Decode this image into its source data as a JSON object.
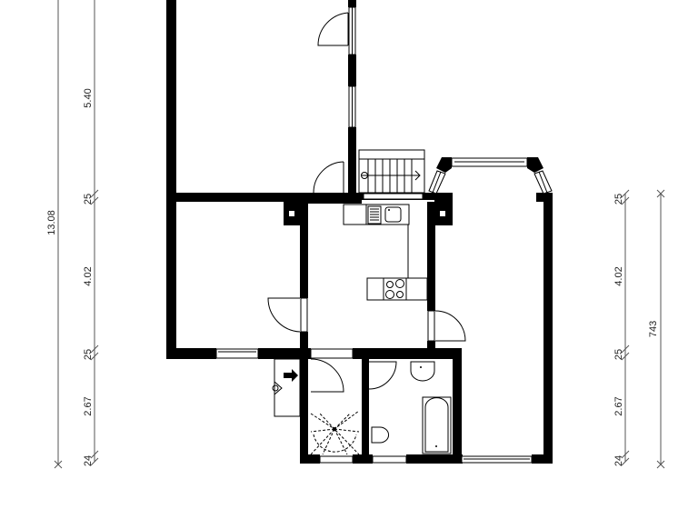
{
  "drawing": {
    "type": "floor-plan",
    "colors": {
      "wall": "#000000",
      "line": "#000000",
      "dimension_line": "#555555",
      "background": "#ffffff"
    }
  },
  "dimensions": {
    "left_outer": {
      "total": "13.08"
    },
    "left_inner": [
      "5.40",
      "25",
      "4.02",
      "25",
      "2.67",
      "24"
    ],
    "right_outer": {
      "total": "743"
    },
    "right_inner": [
      "25",
      "4.02",
      "25",
      "2.67",
      "24"
    ]
  },
  "rooms": [
    {
      "id": "room-upper-left",
      "label": ""
    },
    {
      "id": "room-left-middle",
      "label": ""
    },
    {
      "id": "kitchen",
      "label": ""
    },
    {
      "id": "room-right-bay",
      "label": ""
    },
    {
      "id": "stair-hall",
      "label": ""
    },
    {
      "id": "bathroom",
      "label": ""
    }
  ],
  "fixtures": [
    "stairs-upper",
    "kitchen-sink",
    "cooktop",
    "spiral-stairs",
    "washbasin",
    "toilet",
    "bathtub",
    "entry-arrow"
  ]
}
